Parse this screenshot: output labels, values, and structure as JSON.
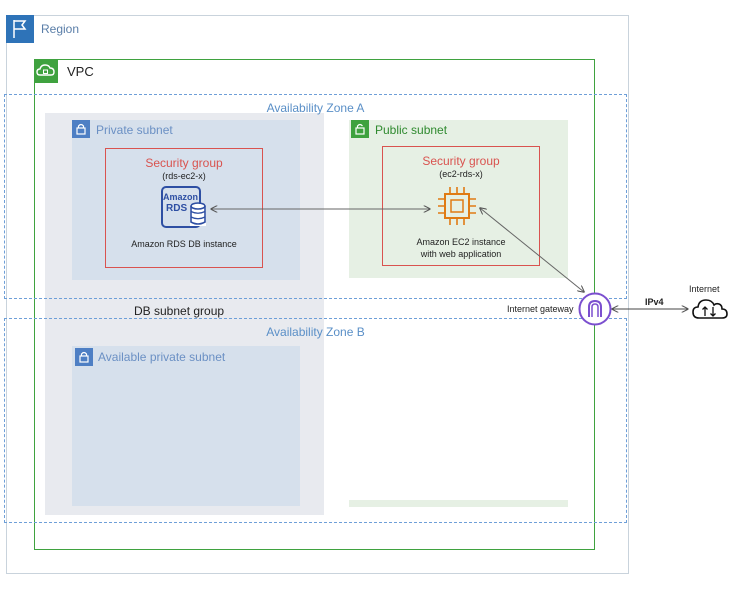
{
  "region": {
    "label": "Region"
  },
  "vpc": {
    "label": "VPC"
  },
  "zones": [
    {
      "label": "Availability Zone A"
    },
    {
      "label": "Availability Zone B"
    }
  ],
  "subnets": {
    "private_a": "Private subnet",
    "public_a": "Public subnet",
    "private_b": "Available private subnet"
  },
  "db_subnet_group": {
    "label": "DB subnet group"
  },
  "security_groups": [
    {
      "title": "Security group",
      "name": "(rds-ec2-x)"
    },
    {
      "title": "Security group",
      "name": "(ec2-rds-x)"
    }
  ],
  "rds": {
    "icon_text_1": "Amazon",
    "icon_text_2": "RDS",
    "label": "Amazon RDS DB instance"
  },
  "ec2": {
    "label_line1": "Amazon EC2 instance",
    "label_line2": "with web application"
  },
  "gateway": {
    "label": "Internet gateway"
  },
  "connection": {
    "label": "IPv4"
  },
  "internet": {
    "label": "Internet"
  },
  "colors": {
    "region": "#2e73b8",
    "vpc": "#3fa23f",
    "security_group": "#d9534f",
    "ec2": "#e07b14",
    "rds": "#2e4fa3",
    "gateway": "#7b4fcf"
  }
}
